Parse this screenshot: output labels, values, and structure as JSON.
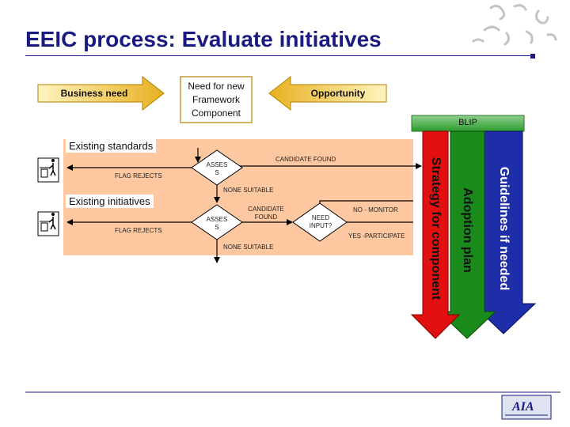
{
  "slide": {
    "title": "EEIC process: Evaluate initiatives",
    "accent_color": "#1a1a80",
    "band_color": "#ffc8a0"
  },
  "diagram": {
    "business_need": "Business need",
    "need_framework": "Need for new Framework Component",
    "opportunity": "Opportunity",
    "blip": "BLIP",
    "existing_standards": "Existing standards",
    "existing_initiatives": "Existing initiatives",
    "assess_1": "ASSES S",
    "assess_2": "ASSES S",
    "candidate_found_1": "CANDIDATE FOUND",
    "candidate_found_2": "CANDIDATE FOUND",
    "none_suitable_1": "NONE SUITABLE",
    "none_suitable_2": "NONE SUITABLE",
    "flag_rejects_1": "FLAG REJECTS",
    "flag_rejects_2": "FLAG REJECTS",
    "need_input": "NEED INPUT?",
    "no_monitor": "NO - MONITOR",
    "yes_participate": "YES -PARTICIPATE",
    "strategy": "Strategy for component",
    "adoption": "Adoption plan",
    "guidelines": "Guidelines if needed"
  }
}
